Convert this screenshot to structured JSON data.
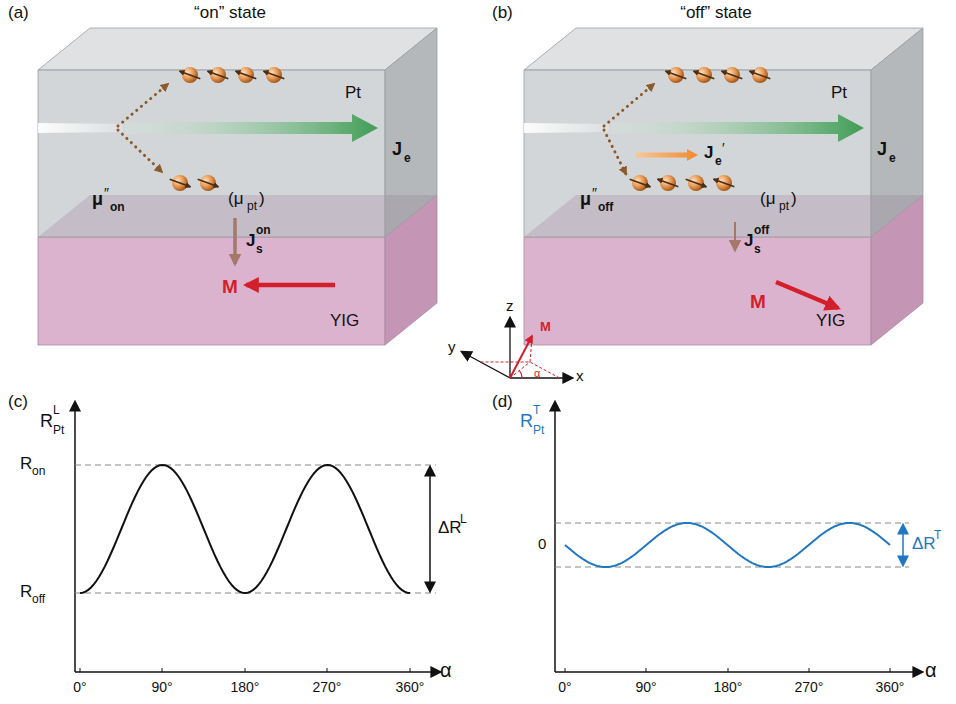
{
  "diagram": {
    "nodes": [
      {
        "text": [
          "Pt"
        ]
      },
      {
        "text": [
          "YIG"
        ]
      },
      {
        "text": [
          "Pt"
        ]
      },
      {
        "text": [
          "YIG"
        ]
      }
    ],
    "labels": [
      "(a)",
      "“on” state",
      "(b)",
      "“off” state",
      "J",
      "e",
      "μ",
      "″",
      "on",
      "(μ",
      "pt",
      ")",
      "J",
      "on",
      "s",
      "M",
      "J",
      "e",
      "J",
      "e",
      "′",
      "μ",
      "″",
      "off",
      "(μ",
      "pt",
      ")",
      "J",
      "off",
      "s",
      "M",
      "z",
      "y",
      "x",
      "M",
      "α",
      "(c)",
      "R",
      "L",
      "Pt",
      "R",
      "on",
      "R",
      "off",
      "ΔR",
      "L",
      "0°",
      "90°",
      "180°",
      "270°",
      "360°",
      "α",
      "(d)",
      "R",
      "T",
      "Pt",
      "0",
      "ΔR",
      "T",
      "0°",
      "90°",
      "180°",
      "270°",
      "360°",
      "α"
    ]
  }
}
